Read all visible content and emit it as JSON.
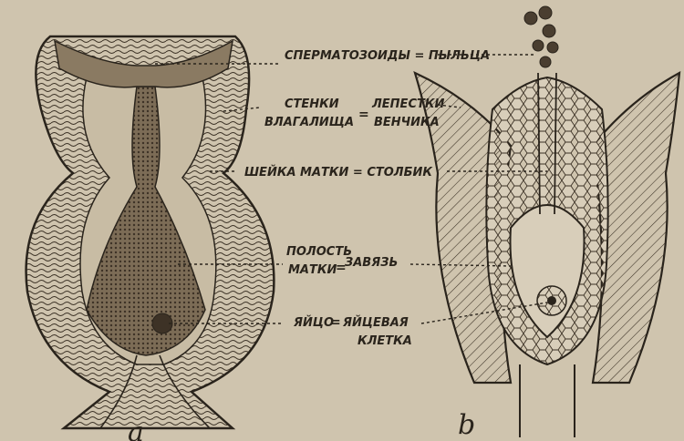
{
  "labels": {
    "sperm": "СПЕРМАТОЗОИДЫ = ПЫЛЬЦА",
    "walls_1": "СТЕНКИ",
    "walls_2": "ВЛАГАЛИЩА",
    "eq1": "=",
    "petals_1": "ЛЕПЕСТКИ",
    "petals_2": "ВЕНЧИКА",
    "neck": "ШЕЙКА МАТКИ = СТОЛБИК",
    "cavity_1": "ПОЛОСТЬ",
    "cavity_2": "МАТКИ",
    "eq2": "=",
    "ovary": "ЗАВЯЗЬ",
    "egg": "ЯЙЦО",
    "eq3": "=",
    "eggcell_1": "ЯЙЦЕВАЯ",
    "eggcell_2": "КЛЕТКА"
  },
  "figure_letters": {
    "left": "а",
    "right": "b"
  },
  "colors": {
    "paper": "#cfc4ae",
    "ink": "#2a241c",
    "shade": "#6b5c48"
  }
}
